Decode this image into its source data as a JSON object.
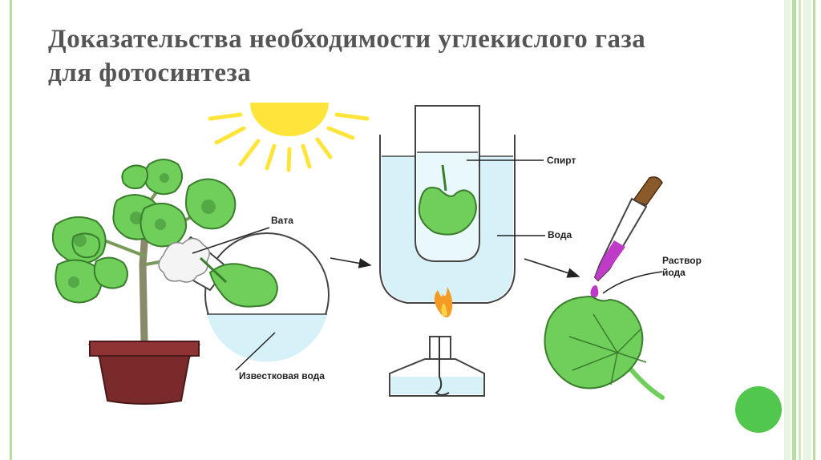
{
  "title": "Доказательства необходимости углекислого газа для фотосинтеза",
  "labels": {
    "cotton": "Вата",
    "lime_water": "Известковая вода",
    "alcohol": "Спирт",
    "water": "Вода",
    "iodine_line1": "Раствор",
    "iodine_line2": "йода"
  },
  "colors": {
    "title": "#555555",
    "leaf": "#6fcf5a",
    "water": "#d6f1f7",
    "pot": "#7a2a2a",
    "flame": "#f59a23",
    "iodine": "#c03ac8",
    "accent_dot": "#52c74d",
    "border": "#b9dca0"
  },
  "icons": [
    "sun-icon",
    "plant-icon",
    "flask-icon",
    "beaker-icon",
    "burner-icon",
    "pipette-icon",
    "leaf-icon"
  ]
}
